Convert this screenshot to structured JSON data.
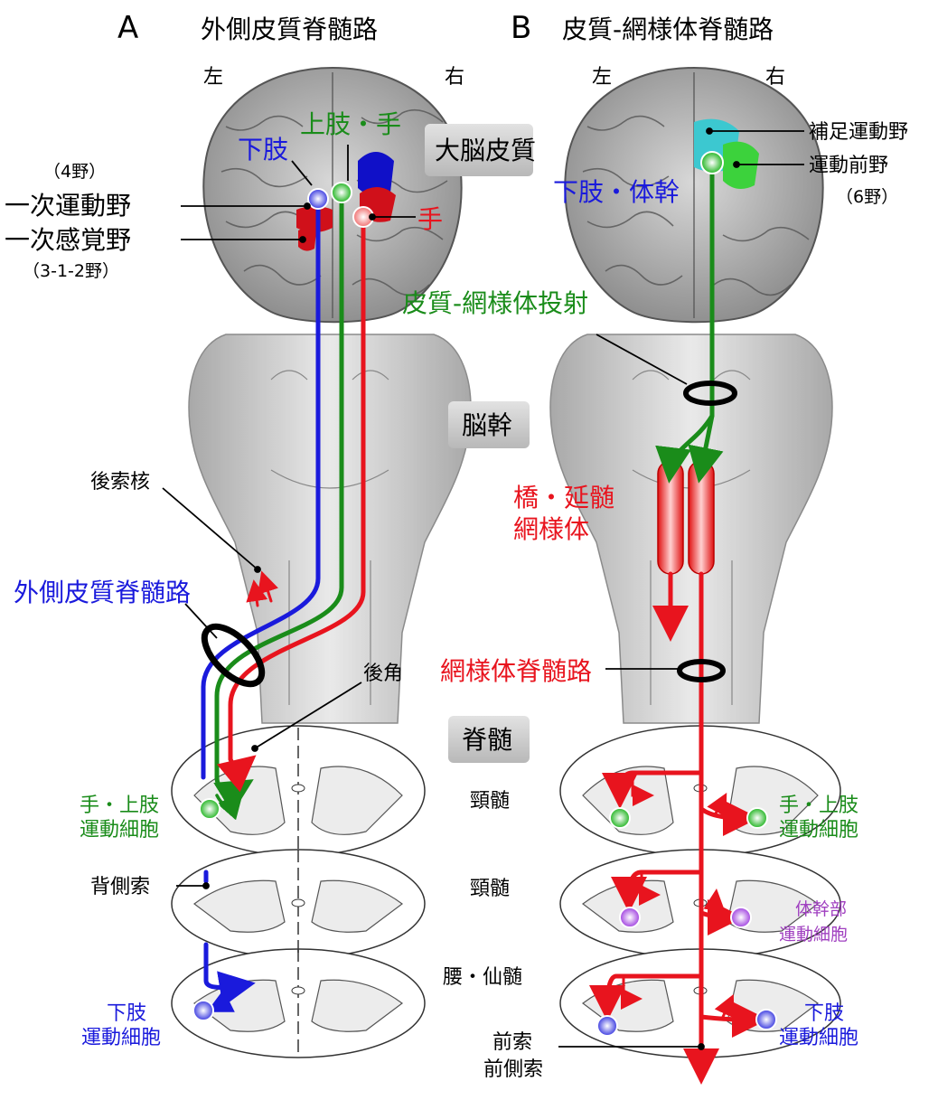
{
  "panel_a": {
    "letter": "A",
    "title": "外側皮質脊髄路",
    "left": "左",
    "right": "右",
    "area4": "（4野）",
    "primary_motor": "一次運動野",
    "primary_sensory": "一次感覚野",
    "area312": "（3-1-2野）",
    "lower_limb": "下肢",
    "upper_limb_hand": "上肢・手",
    "hand": "手",
    "dorsal_column_nuclei": "後索核",
    "tract": "外側皮質脊髄路",
    "dorsal_horn": "後角",
    "hand_upper_motor_1": "手・上肢",
    "hand_upper_motor_2": "運動細胞",
    "dorsolateral": "背側索",
    "lower_motor_1": "下肢",
    "lower_motor_2": "運動細胞"
  },
  "panel_b": {
    "letter": "B",
    "title": "皮質-網様体脊髄路",
    "left": "左",
    "right": "右",
    "sma": "補足運動野",
    "premotor": "運動前野",
    "area6": "（6野）",
    "trunk": "下肢・体幹",
    "projection": "皮質-網様体投射",
    "reticular_1": "橋・延髄",
    "reticular_2": "網様体",
    "tract": "網様体脊髄路",
    "hand_upper_motor_1": "手・上肢",
    "hand_upper_motor_2": "運動細胞",
    "trunk_motor_1": "体幹部",
    "trunk_motor_2": "運動細胞",
    "lower_motor_1": "下肢",
    "lower_motor_2": "運動細胞",
    "anterior_1": "前索",
    "anterior_2": "前側索"
  },
  "center": {
    "cortex": "大脳皮質",
    "brainstem": "脳幹",
    "spinal": "脊髄",
    "cervical_1": "頸髄",
    "cervical_2": "頸髄",
    "lumbosacral": "腰・仙髄"
  },
  "colors": {
    "blue": "#1a1adc",
    "green": "#1a8c1a",
    "red": "#e8141e",
    "cyan": "#3cc8d0",
    "lime": "#3cd23c",
    "purple": "#a040c0",
    "gray_box": "#c8c8c8"
  }
}
